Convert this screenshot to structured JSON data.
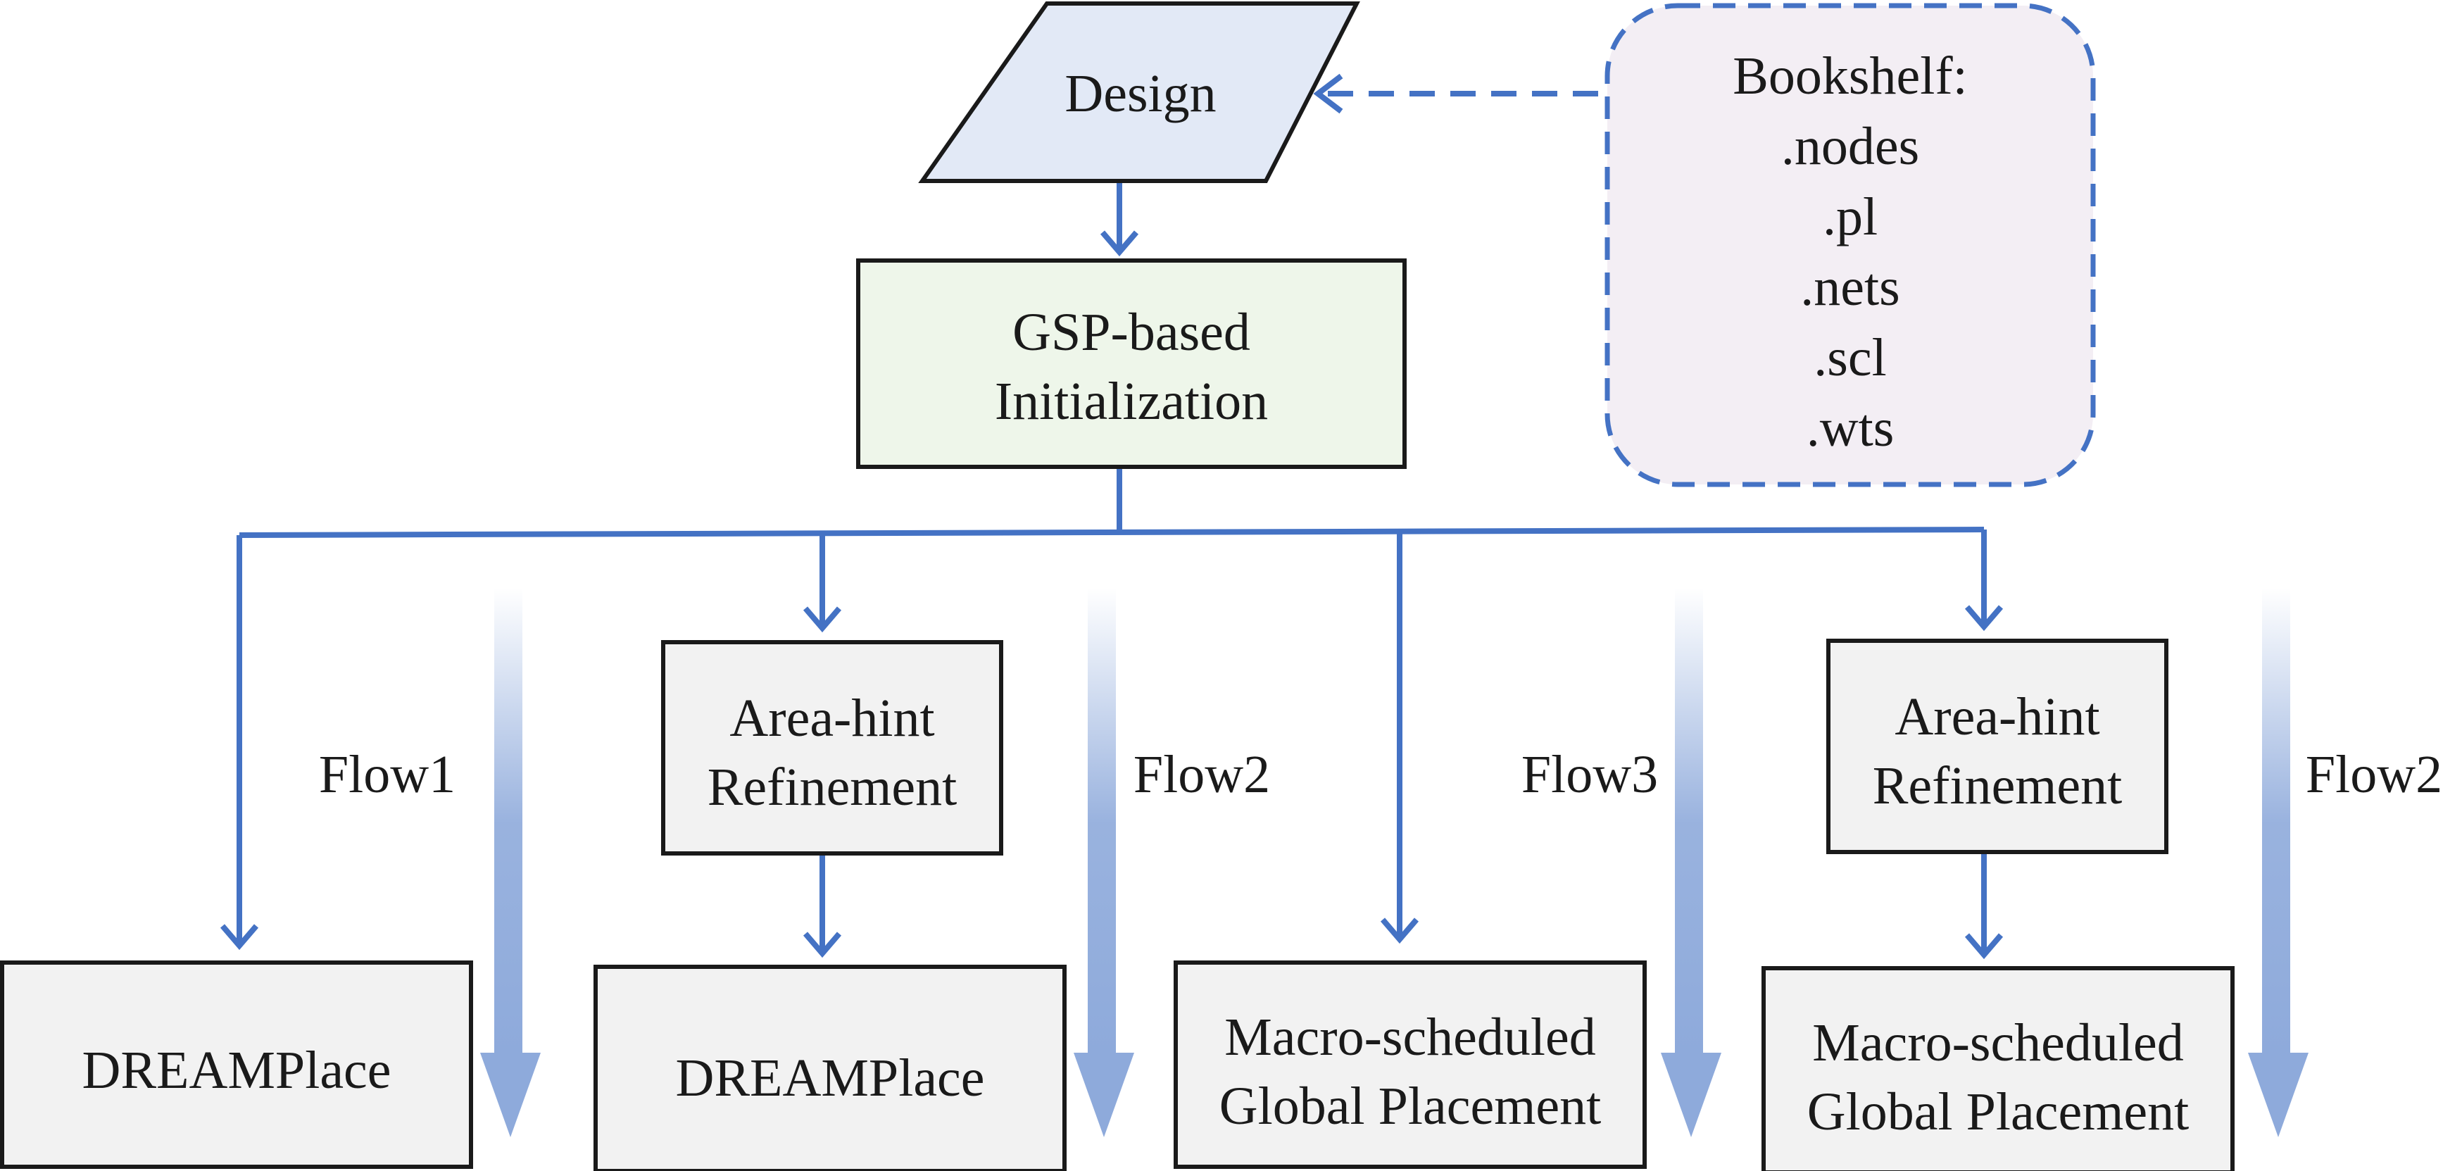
{
  "colors": {
    "arrow": "#4472C4",
    "design_fill": "#E2E9F6",
    "gsp_fill": "#EEF6EA",
    "step_fill": "#F2F2F2",
    "bookshelf_fill": "#F3EEF4",
    "bookshelf_border": "#4472C4",
    "flow_arrow": "#8EAADB",
    "text": "#1a1a1a",
    "box_border": "#1a1a1a"
  },
  "design": {
    "label": "Design"
  },
  "gsp": {
    "line1": "GSP-based",
    "line2": "Initialization"
  },
  "bookshelf": {
    "title": "Bookshelf:",
    "files": [
      ".nodes",
      ".pl",
      ".nets",
      ".scl",
      ".wts"
    ]
  },
  "columns": [
    {
      "flow_label": "Flow1",
      "refinement": null,
      "placer": [
        "DREAMPlace"
      ]
    },
    {
      "flow_label": "Flow2",
      "refinement": [
        "Area-hint",
        "Refinement"
      ],
      "placer": [
        "DREAMPlace"
      ]
    },
    {
      "flow_label": "Flow3",
      "refinement": null,
      "placer": [
        "Macro-scheduled",
        "Global Placement"
      ]
    },
    {
      "flow_label": "Flow2",
      "refinement": [
        "Area-hint",
        "Refinement"
      ],
      "placer": [
        "Macro-scheduled",
        "Global Placement"
      ]
    }
  ]
}
